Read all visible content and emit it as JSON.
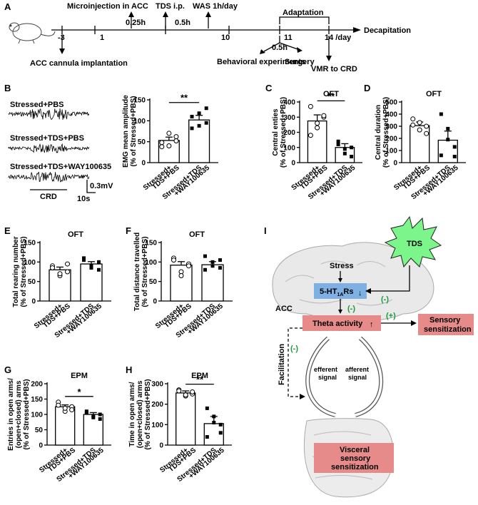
{
  "panel_letters": [
    "A",
    "B",
    "C",
    "D",
    "E",
    "F",
    "G",
    "H",
    "I"
  ],
  "timeline": {
    "day_labels": [
      "-3",
      "1",
      "10",
      "11",
      "14 /day"
    ],
    "top_events": [
      "Microinjection in ACC",
      "TDS i.p.",
      "WAS 1h/day"
    ],
    "gaps": [
      "0.25h",
      "0.5h",
      "0.5h"
    ],
    "adaptation": "Adaptation",
    "decapitation": "Decapitation",
    "bottom_events": [
      "ACC cannula implantation",
      "Behavioral experiments",
      "Surgery",
      "VMR to CRD"
    ]
  },
  "traces": {
    "labels": [
      "Stressed+PBS",
      "Stressed+TDS+PBS",
      "Stressed+TDS+WAY100635"
    ],
    "crd": "CRD",
    "scale_v": "0.3mV",
    "scale_t": "10s"
  },
  "group_labels": {
    "g1": [
      "Stressed+",
      "TDS+PBS"
    ],
    "g2": [
      "Stressed+TDS",
      "+WAY100635"
    ]
  },
  "chart_data": [
    {
      "id": "B",
      "type": "bar",
      "title": "",
      "ylabel": [
        "EMG mean amplitude",
        "(% of Stressed+PBS)"
      ],
      "ylim": [
        0,
        150
      ],
      "yticks": [
        0,
        50,
        100,
        150
      ],
      "categories": [
        "Stressed+TDS+PBS",
        "Stressed+TDS+WAY100635"
      ],
      "values": [
        53,
        102
      ],
      "sem": [
        8,
        11
      ],
      "points": [
        [
          48,
          40,
          62,
          38,
          70,
          52
        ],
        [
          82,
          118,
          95,
          110,
          88,
          130
        ]
      ],
      "filled": [
        false,
        true
      ],
      "significance": "**"
    },
    {
      "id": "C",
      "type": "bar",
      "title": "OFT",
      "ylabel": [
        "Central enties",
        "(% of Stressed+PBS)"
      ],
      "ylim": [
        0,
        400
      ],
      "yticks": [
        0,
        100,
        200,
        300,
        400
      ],
      "categories": [
        "Stressed+TDS+PBS",
        "Stressed+TDS+WAY100635"
      ],
      "values": [
        275,
        100
      ],
      "sem": [
        40,
        25
      ],
      "points": [
        [
          370,
          260,
          300,
          180,
          230,
          310
        ],
        [
          140,
          60,
          40,
          120,
          90,
          100
        ]
      ],
      "filled": [
        false,
        true
      ],
      "significance": "**"
    },
    {
      "id": "D",
      "type": "bar",
      "title": "OFT",
      "ylabel": [
        "Central duration",
        "(% of Stressed+PBS)"
      ],
      "ylim": [
        0,
        500
      ],
      "yticks": [
        0,
        100,
        200,
        300,
        400,
        500
      ],
      "categories": [
        "Stressed+TDS+PBS",
        "Stressed+TDS+WAY100635"
      ],
      "values": [
        305,
        185
      ],
      "sem": [
        30,
        75
      ],
      "points": [
        [
          360,
          330,
          240,
          310,
          270,
          300
        ],
        [
          400,
          280,
          130,
          60,
          190,
          50
        ]
      ],
      "filled": [
        false,
        true
      ],
      "significance": ""
    },
    {
      "id": "E",
      "type": "bar",
      "title": "OFT",
      "ylabel": [
        "Total rearing number",
        "(% of Stressed+PBS)"
      ],
      "ylim": [
        0,
        150
      ],
      "yticks": [
        0,
        50,
        100,
        150
      ],
      "categories": [
        "Stressed+TDS+PBS",
        "Stressed+TDS+WAY100635"
      ],
      "values": [
        80,
        95
      ],
      "sem": [
        7,
        6
      ],
      "points": [
        [
          90,
          65,
          75,
          85,
          70,
          95
        ],
        [
          105,
          85,
          100,
          110,
          90,
          80
        ]
      ],
      "filled": [
        false,
        true
      ],
      "significance": ""
    },
    {
      "id": "F",
      "type": "bar",
      "title": "OFT",
      "ylabel": [
        "Total distance travelled",
        "(% of Stressed+PBS)"
      ],
      "ylim": [
        0,
        150
      ],
      "yticks": [
        0,
        50,
        100,
        150
      ],
      "categories": [
        "Stressed+TDS+PBS",
        "Stressed+TDS+WAY100635"
      ],
      "values": [
        92,
        93
      ],
      "sem": [
        9,
        8
      ],
      "points": [
        [
          110,
          75,
          95,
          105,
          65,
          90
        ],
        [
          115,
          90,
          105,
          80,
          100,
          85
        ]
      ],
      "filled": [
        false,
        true
      ],
      "significance": ""
    },
    {
      "id": "G",
      "type": "bar",
      "title": "EPM",
      "ylabel": [
        "Entries in open arms/",
        "(open+closed) arms",
        "(% of Stressed+PBS)"
      ],
      "ylim": [
        0,
        200
      ],
      "yticks": [
        0,
        50,
        100,
        150,
        200
      ],
      "categories": [
        "Stressed+TDS+PBS",
        "Stressed+TDS+WAY100635"
      ],
      "values": [
        125,
        100
      ],
      "sem": [
        6,
        6
      ],
      "points": [
        [
          140,
          110,
          125,
          130,
          120,
          115
        ],
        [
          110,
          90,
          100,
          105,
          95,
          85
        ]
      ],
      "filled": [
        false,
        true
      ],
      "significance": "*"
    },
    {
      "id": "H",
      "type": "bar",
      "title": "EPM",
      "ylabel": [
        "Time in open arms/",
        "(open+closed) arms",
        "(% of Stressed+PBS)"
      ],
      "ylim": [
        0,
        300
      ],
      "yticks": [
        0,
        100,
        200,
        300
      ],
      "categories": [
        "Stressed+TDS+PBS",
        "Stressed+TDS+WAY100635"
      ],
      "values": [
        255,
        105
      ],
      "sem": [
        10,
        35
      ],
      "points": [
        [
          270,
          240,
          250,
          265,
          245,
          260
        ],
        [
          180,
          140,
          60,
          40,
          110,
          100
        ]
      ],
      "filled": [
        false,
        true
      ],
      "significance": "**"
    }
  ],
  "diagram": {
    "stress": "Stress",
    "tds": "TDS",
    "receptor": "5-HT",
    "receptor_sub": "1A",
    "receptor_suffix": "Rs",
    "acc": "ACC",
    "theta": "Theta activity",
    "sensory": [
      "Sensory",
      "sensitization"
    ],
    "facilitation": "Facilitation",
    "minus": "(-)",
    "plus": "(+)",
    "efferent": [
      "efferent",
      "signal"
    ],
    "afferent": [
      "afferent",
      "signal"
    ],
    "visceral": [
      "Visceral",
      "sensory",
      "sensitization"
    ]
  }
}
